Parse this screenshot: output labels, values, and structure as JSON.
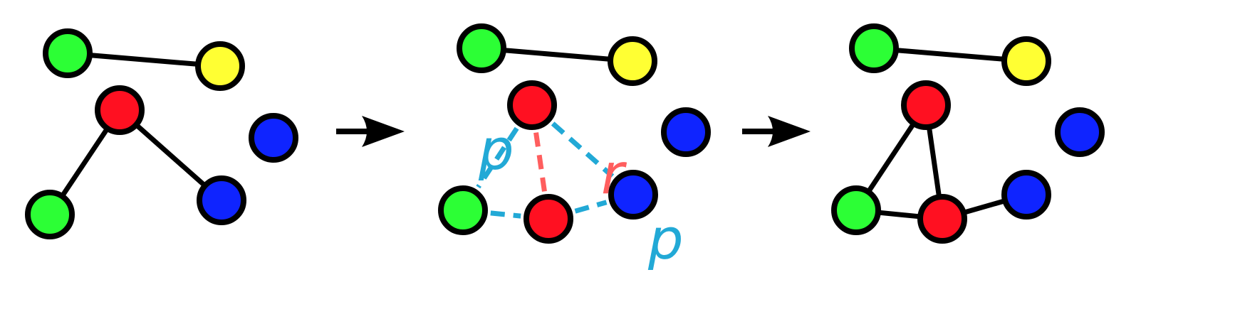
{
  "colors": {
    "green": "#2cff35",
    "yellow": "#ffff33",
    "red": "#ff1021",
    "blue": "#0f24ff",
    "edge": "#000000",
    "p_dashed": "#22a9d6",
    "r_dashed": "#ff5e5e"
  },
  "labels": {
    "p_upper": "p",
    "p_lower": "p",
    "r": "r"
  },
  "arrows": [
    {
      "name": "arrow-right-1",
      "icon": "arrow-right-icon"
    },
    {
      "name": "arrow-right-2",
      "icon": "arrow-right-icon"
    }
  ],
  "panels": [
    {
      "name": "panel-before",
      "nodes": [
        {
          "id": "g1",
          "color": "green"
        },
        {
          "id": "y1",
          "color": "yellow"
        },
        {
          "id": "r1",
          "color": "red"
        },
        {
          "id": "b1",
          "color": "blue"
        },
        {
          "id": "g2",
          "color": "green"
        },
        {
          "id": "b2",
          "color": "blue"
        }
      ],
      "edges": [
        {
          "from": "g1",
          "to": "y1",
          "style": "solid"
        },
        {
          "from": "r1",
          "to": "g2",
          "style": "solid"
        },
        {
          "from": "r1",
          "to": "b2",
          "style": "solid"
        }
      ]
    },
    {
      "name": "panel-rewiring",
      "nodes": [
        {
          "id": "g1",
          "color": "green"
        },
        {
          "id": "y1",
          "color": "yellow"
        },
        {
          "id": "r1",
          "color": "red"
        },
        {
          "id": "b1",
          "color": "blue"
        },
        {
          "id": "g2",
          "color": "green"
        },
        {
          "id": "r2",
          "color": "red"
        },
        {
          "id": "b2",
          "color": "blue"
        }
      ],
      "edges": [
        {
          "from": "g1",
          "to": "y1",
          "style": "solid"
        },
        {
          "from": "r1",
          "to": "g2",
          "style": "dashed-p"
        },
        {
          "from": "r1",
          "to": "b2",
          "style": "dashed-p"
        },
        {
          "from": "r1",
          "to": "r2",
          "style": "dashed-r"
        },
        {
          "from": "g2",
          "to": "r2",
          "style": "dashed-p"
        },
        {
          "from": "r2",
          "to": "b2",
          "style": "dashed-p"
        }
      ]
    },
    {
      "name": "panel-after",
      "nodes": [
        {
          "id": "g1",
          "color": "green"
        },
        {
          "id": "y1",
          "color": "yellow"
        },
        {
          "id": "r1",
          "color": "red"
        },
        {
          "id": "b1",
          "color": "blue"
        },
        {
          "id": "g2",
          "color": "green"
        },
        {
          "id": "r2",
          "color": "red"
        },
        {
          "id": "b2",
          "color": "blue"
        }
      ],
      "edges": [
        {
          "from": "g1",
          "to": "y1",
          "style": "solid"
        },
        {
          "from": "r1",
          "to": "g2",
          "style": "solid"
        },
        {
          "from": "r1",
          "to": "r2",
          "style": "solid"
        },
        {
          "from": "g2",
          "to": "r2",
          "style": "solid"
        },
        {
          "from": "r2",
          "to": "b2",
          "style": "solid"
        }
      ]
    }
  ]
}
